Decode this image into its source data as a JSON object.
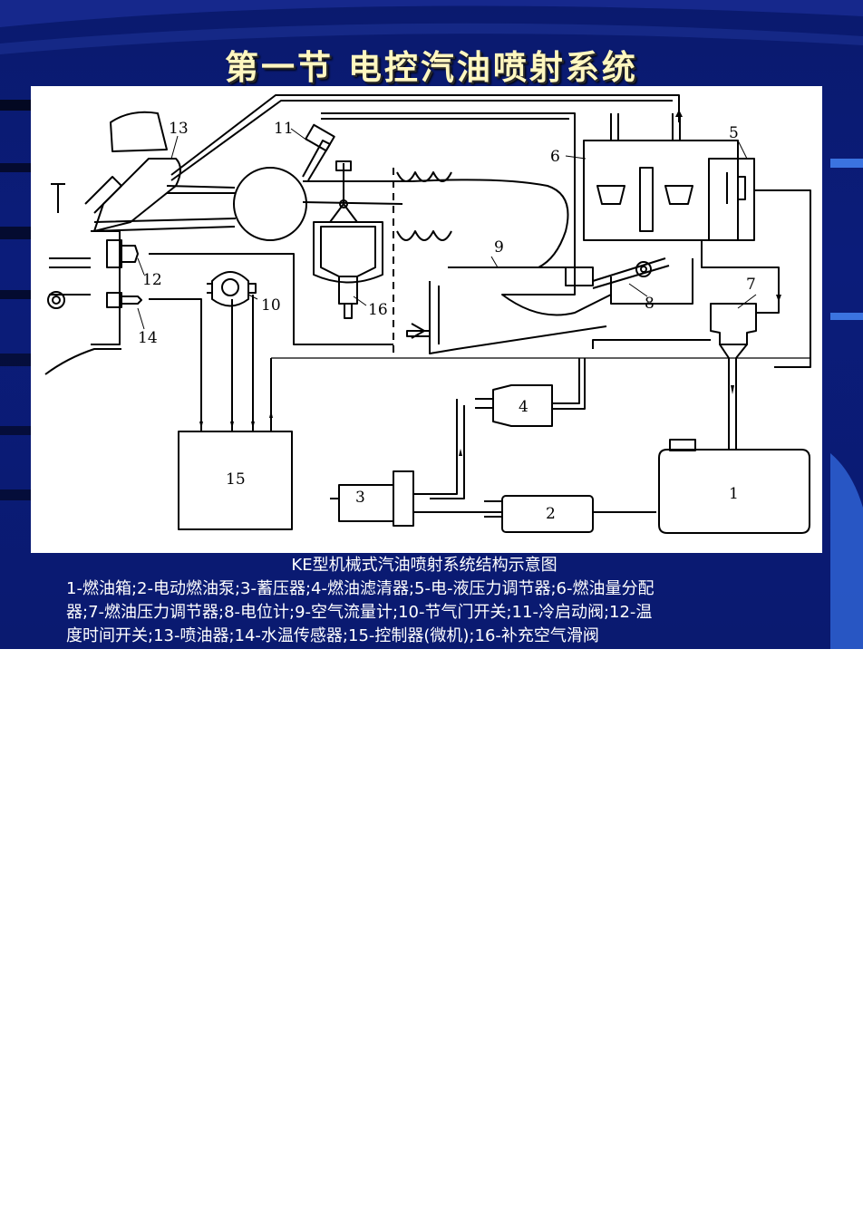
{
  "slide": {
    "title": "第一节  电控汽油喷射系统",
    "colors": {
      "background": "#0b1c7a",
      "title": "#fff7c0",
      "caption": "#ffffff",
      "panel": "#ffffff"
    }
  },
  "diagram": {
    "component_labels": {
      "n1": "1",
      "n2": "2",
      "n3": "3",
      "n4": "4",
      "n5": "5",
      "n6": "6",
      "n7": "7",
      "n8": "8",
      "n9": "9",
      "n10": "10",
      "n11": "11",
      "n12": "12",
      "n13": "13",
      "n14": "14",
      "n15": "15",
      "n16": "16"
    }
  },
  "caption": {
    "title": "KE型机械式汽油喷射系统结构示意图",
    "line1": "1-燃油箱;2-电动燃油泵;3-蓄压器;4-燃油滤清器;5-电-液压力调节器;6-燃油量分配",
    "line2": "器;7-燃油压力调节器;8-电位计;9-空气流量计;10-节气门开关;11-冷启动阀;12-温",
    "line3": "度时间开关;13-喷油器;14-水温传感器;15-控制器(微机);16-补充空气滑阀"
  }
}
